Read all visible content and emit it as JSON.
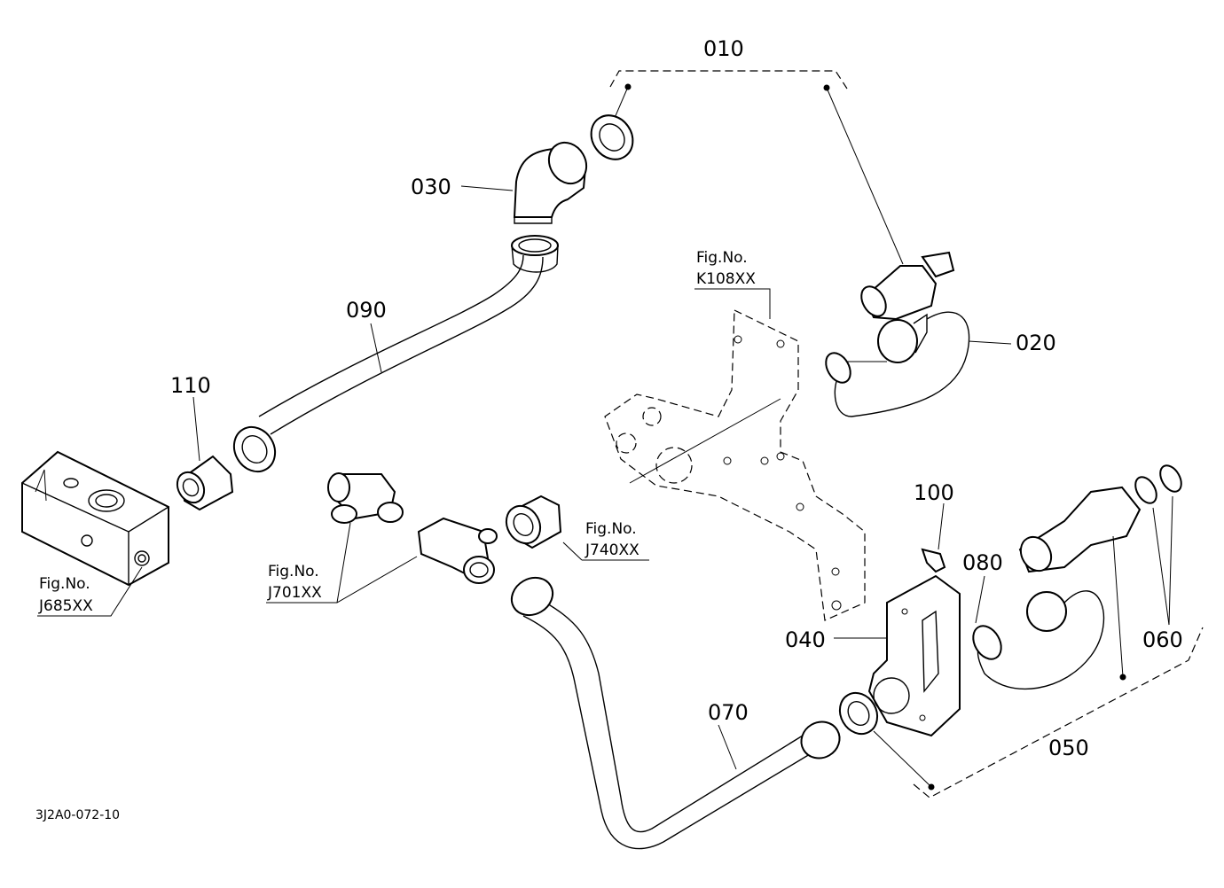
{
  "callouts": {
    "c010": "010",
    "c020": "020",
    "c030": "030",
    "c040": "040",
    "c050": "050",
    "c060": "060",
    "c070": "070",
    "c080": "080",
    "c090": "090",
    "c100": "100",
    "c110": "110"
  },
  "figure_refs": {
    "k108": {
      "line1": "Fig.No.",
      "line2": "K108XX"
    },
    "j740": {
      "line1": "Fig.No.",
      "line2": "J740XX"
    },
    "j701": {
      "line1": "Fig.No.",
      "line2": "J701XX"
    },
    "j685": {
      "line1": "Fig.No.",
      "line2": "J685XX"
    }
  },
  "drawing_code": "3J2A0-072-10"
}
